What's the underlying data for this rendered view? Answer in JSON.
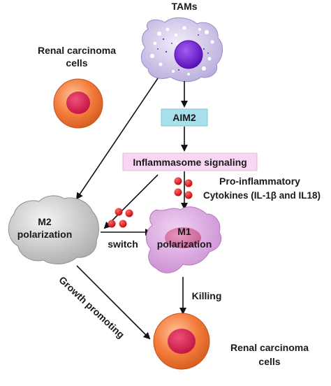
{
  "labels": {
    "tams": "TAMs",
    "renal_top_line1": "Renal  carcinoma",
    "renal_top_line2": "cells",
    "aim2": "AIM2",
    "inflammasome": "Inflammasome signaling",
    "cytokines_line1": "Pro-inflammatory",
    "cytokines_line2": "Cytokines (IL-1β and IL18)",
    "m2_line1": "M2",
    "m2_line2": "polarization",
    "switch": "switch",
    "m1_line1": "M1",
    "m1_line2": "polarization",
    "killing": "Killing",
    "growth_promoting": "Growth promoting",
    "renal_bottom_line1": "Renal carcinoma",
    "renal_bottom_line2": "cells"
  },
  "colors": {
    "tam_cell": "#d9d0ec",
    "tam_nucleus": "#6a1fd0",
    "renal_cell": "#f07a3c",
    "renal_nucleus": "#d2184e",
    "aim2_box": "#a7e0ea",
    "inflammasome_box": "#f8d6f4",
    "m2_cell": "#c9c9c9",
    "m1_cell": "#dba7e1",
    "m1_nucleus": "#d173a2",
    "cytokine_dot": "#e41a1c",
    "arrow": "#111111"
  }
}
